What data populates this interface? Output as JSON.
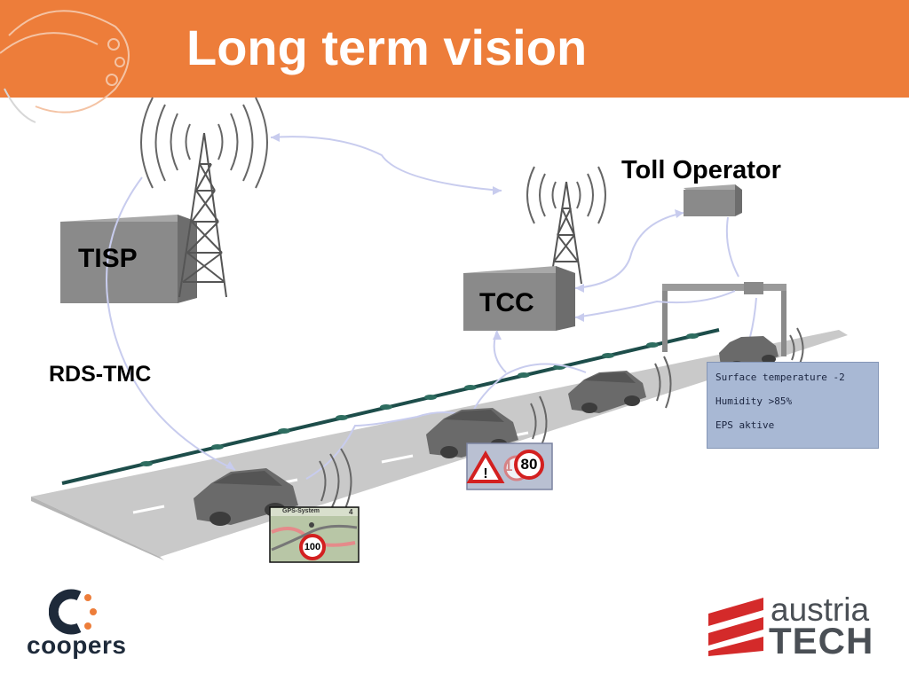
{
  "slide": {
    "title": "Long term vision"
  },
  "labels": {
    "tisp": "TISP",
    "tcc": "TCC",
    "toll_operator": "Toll Operator",
    "rds_tmc": "RDS-TMC"
  },
  "info_panel": {
    "lines": [
      "Surface temperature -2",
      "Humidity >85%",
      "EPS aktive"
    ]
  },
  "signs": {
    "warning_speed": "80",
    "warning_partial": "1",
    "gps_title": "GPS-System",
    "gps_number": "4",
    "gps_speed": "100"
  },
  "logos": {
    "coopers": "coopers",
    "austria_top": "austria",
    "austria_bottom": "TECH"
  },
  "colors": {
    "header": "#ED7D3A",
    "road": "#C9C9C9",
    "box": "#8A8A8A",
    "link": "#C8CCEE",
    "info_panel": "#A8B8D4"
  }
}
